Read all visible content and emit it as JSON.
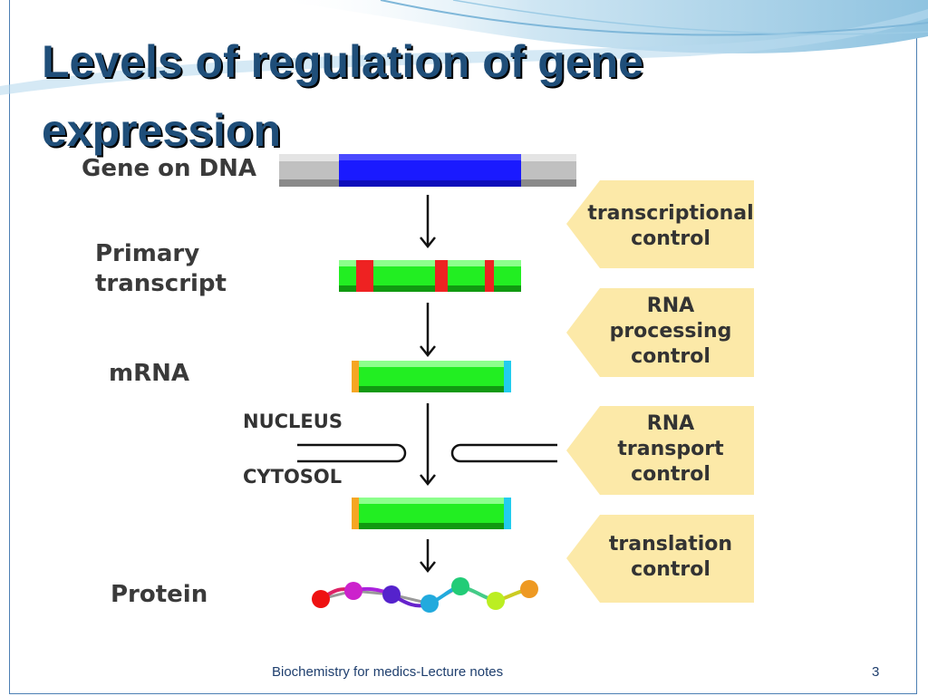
{
  "slide": {
    "title_line1": "Levels of regulation of gene",
    "title_line2": "expression",
    "footer_text": "Biochemistry for medics-Lecture notes",
    "page_number": "3"
  },
  "stages": {
    "gene": "Gene on DNA",
    "primary_line1": "Primary",
    "primary_line2": "transcript",
    "mrna": "mRNA",
    "nucleus": "NUCLEUS",
    "cytosol": "CYTOSOL",
    "protein": "Protein"
  },
  "controls": [
    {
      "line1": "transcriptional",
      "line2": "control",
      "line3": ""
    },
    {
      "line1": "RNA",
      "line2": "processing",
      "line3": "control"
    },
    {
      "line1": "RNA",
      "line2": "transport",
      "line3": "control"
    },
    {
      "line1": "translation",
      "line2": "control",
      "line3": ""
    }
  ],
  "colors": {
    "title": "#1f4e79",
    "dna_blue": "#1a1aff",
    "rna_green": "#22ee22",
    "intron_red": "#ee2222",
    "control_box": "#fce9a8",
    "protein_beads": [
      "#ee1111",
      "#cc22cc",
      "#5522cc",
      "#22aadd",
      "#22cc77",
      "#bbee22",
      "#ee9922"
    ]
  }
}
